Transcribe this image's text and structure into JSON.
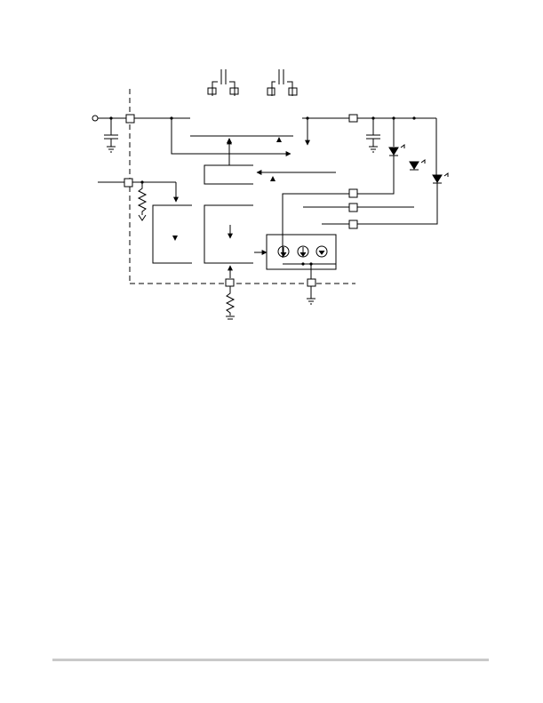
{
  "page": {
    "background": "#ffffff",
    "line_color": "#000000",
    "rule_color": "#c9c9c9"
  },
  "diagram": {
    "kind": "block-schematic",
    "text_labels": [],
    "components": [
      "input-terminal",
      "input-capacitor",
      "pin-pad",
      "resistor",
      "ground",
      "current-source",
      "led",
      "output-capacitor",
      "external-capacitor",
      "dashed-ic-boundary"
    ]
  }
}
